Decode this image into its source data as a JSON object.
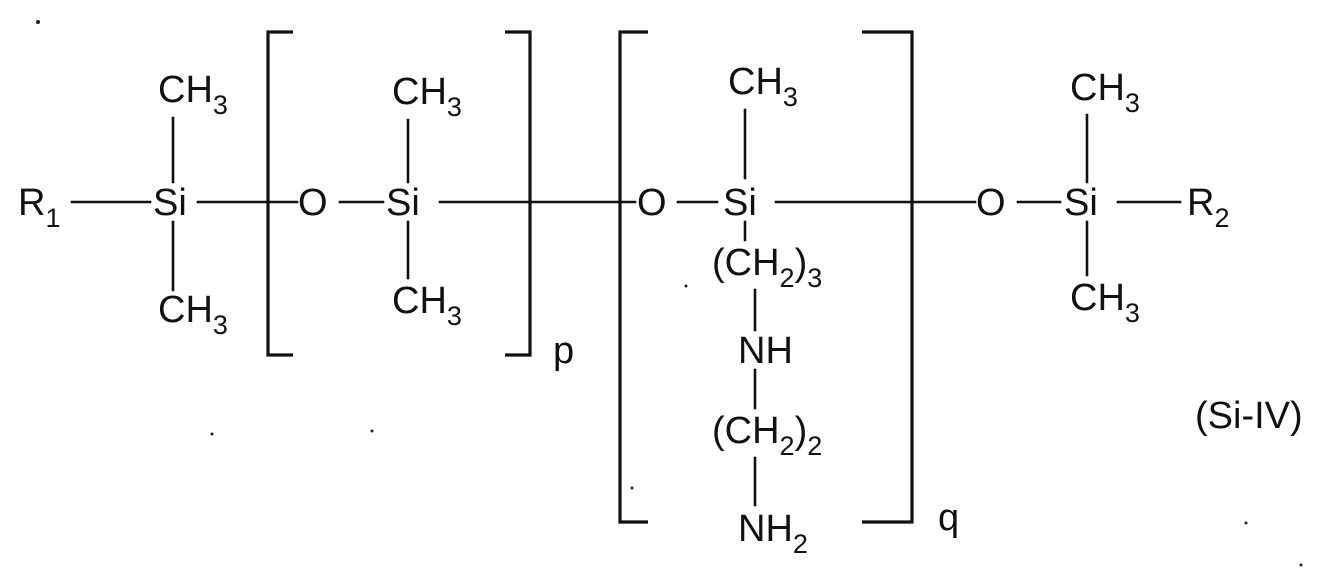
{
  "formula": {
    "left_terminal": {
      "r_label": "R",
      "r_sub": "1",
      "si": "Si",
      "top_group": "CH",
      "top_sub": "3",
      "bottom_group": "CH",
      "bottom_sub": "3"
    },
    "unit_p": {
      "o": "O",
      "si": "Si",
      "top_group": "CH",
      "top_sub": "3",
      "bottom_group": "CH",
      "bottom_sub": "3",
      "repeat_label": "p"
    },
    "unit_q": {
      "o": "O",
      "si": "Si",
      "top_group": "CH",
      "top_sub": "3",
      "chain1_open": "(CH",
      "chain1_sub": "2",
      "chain1_close": ")",
      "chain1_count": "3",
      "nh": "NH",
      "chain2_open": "(CH",
      "chain2_sub": "2",
      "chain2_close": ")",
      "chain2_count": "2",
      "nh2": "NH",
      "nh2_sub": "2",
      "repeat_label": "q"
    },
    "right_terminal": {
      "o": "O",
      "si": "Si",
      "r_label": "R",
      "r_sub": "2",
      "top_group": "CH",
      "top_sub": "3",
      "bottom_group": "CH",
      "bottom_sub": "3"
    }
  },
  "formula_label": "(Si-IV)"
}
